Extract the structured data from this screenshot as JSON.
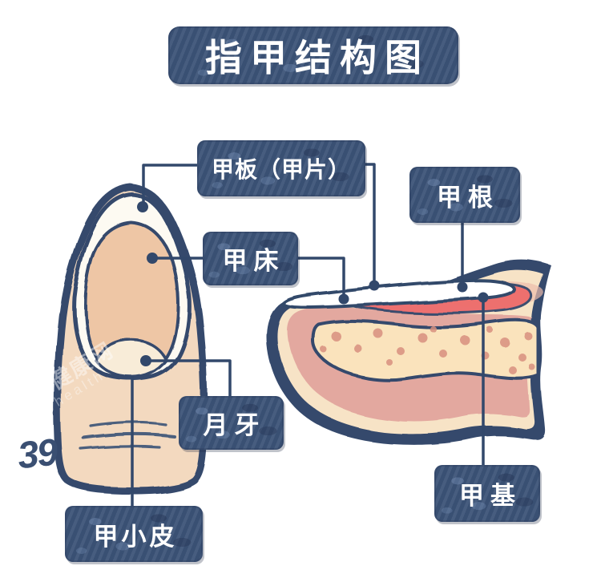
{
  "title": {
    "text": "指甲结构图"
  },
  "labels": {
    "nail_plate": {
      "text": "甲板（甲片）"
    },
    "nail_root": {
      "text": "甲根"
    },
    "nail_bed": {
      "text": "甲床"
    },
    "lunula": {
      "text": "月牙"
    },
    "cuticle": {
      "text": "甲小皮"
    },
    "nail_matrix": {
      "text": "甲基"
    }
  },
  "watermark": {
    "logo": "39",
    "site": "39健康网",
    "site_en": "health"
  },
  "palette": {
    "navy": "#3b5274",
    "navy_dark": "#2e4263",
    "line_navy": "#32486b",
    "skin": "#f3d9bf",
    "nail_bed_tan": "#eec6a5",
    "lunula_cream": "#f8ecd8",
    "nail_white": "#fdfaf2",
    "epidermis_cream": "#f7e3c6",
    "dermis_pink": "#e3a89f",
    "bone_cream": "#fae3bc",
    "spot_salmon": "#d8907f",
    "matrix_red": "#ed6c6c",
    "label_text": "#ffffff"
  }
}
